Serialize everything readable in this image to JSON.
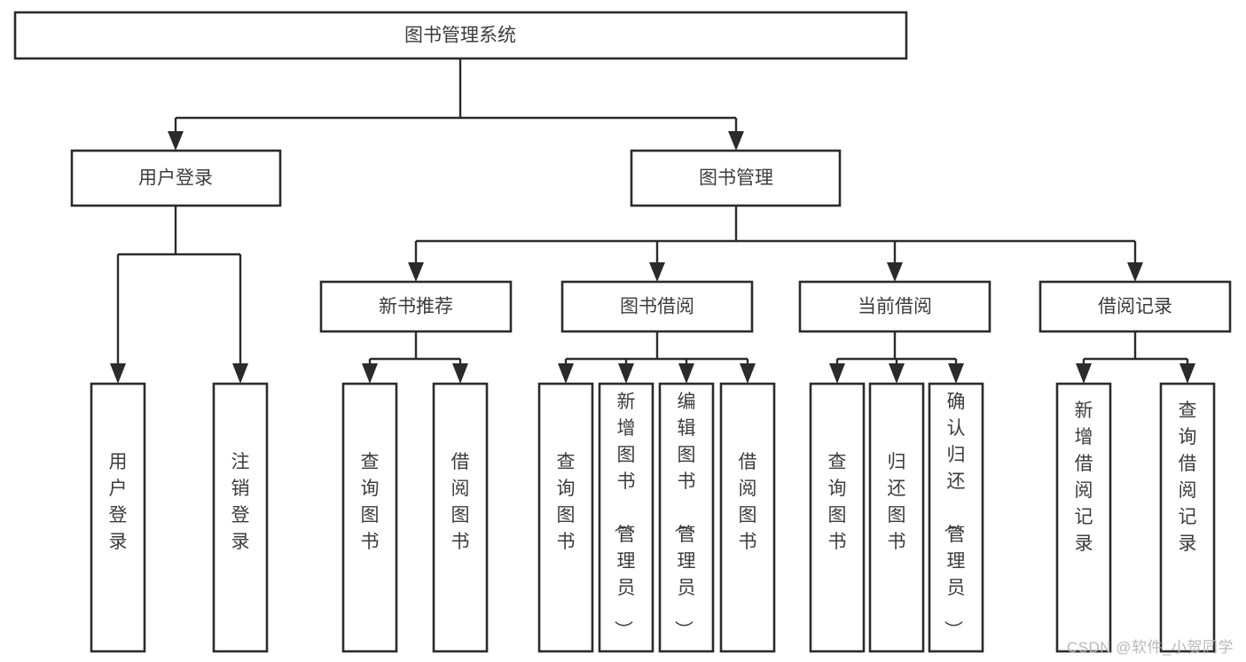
{
  "diagram": {
    "title": "图书管理系统",
    "type": "tree-hierarchy",
    "watermark": "CSDN @软件_小贺同学",
    "root": {
      "id": "root",
      "label": "图书管理系统"
    },
    "level2": [
      {
        "id": "user-login",
        "label": "用户登录"
      },
      {
        "id": "book-manage",
        "label": "图书管理"
      }
    ],
    "level3": [
      {
        "id": "new-book-recommend",
        "label": "新书推荐",
        "parent": "book-manage"
      },
      {
        "id": "book-borrow",
        "label": "图书借阅",
        "parent": "book-manage"
      },
      {
        "id": "current-borrow",
        "label": "当前借阅",
        "parent": "book-manage"
      },
      {
        "id": "borrow-record",
        "label": "借阅记录",
        "parent": "book-manage"
      }
    ],
    "leaves": {
      "user-login": [
        {
          "id": "leaf-user-login",
          "label": "用户登录"
        },
        {
          "id": "leaf-logout",
          "label": "注销登录"
        }
      ],
      "new-book-recommend": [
        {
          "id": "leaf-query-book-1",
          "label": "查询图书"
        },
        {
          "id": "leaf-borrow-book-1",
          "label": "借阅图书"
        }
      ],
      "book-borrow": [
        {
          "id": "leaf-query-book-2",
          "label": "查询图书"
        },
        {
          "id": "leaf-add-book",
          "label": "新增图书（管理员）"
        },
        {
          "id": "leaf-edit-book",
          "label": "编辑图书（管理员）"
        },
        {
          "id": "leaf-borrow-book-2",
          "label": "借阅图书"
        }
      ],
      "current-borrow": [
        {
          "id": "leaf-query-book-3",
          "label": "查询图书"
        },
        {
          "id": "leaf-return-book",
          "label": "归还图书"
        },
        {
          "id": "leaf-confirm-return",
          "label": "确认归还（管理员）"
        }
      ],
      "borrow-record": [
        {
          "id": "leaf-add-record",
          "label": "新增借阅记录"
        },
        {
          "id": "leaf-query-record",
          "label": "查询借阅记录"
        }
      ]
    },
    "colors": {
      "stroke": "#2b2b2b",
      "fill": "#ffffff",
      "text": "#3c3c3c",
      "watermark": "#b9b9b9"
    }
  }
}
